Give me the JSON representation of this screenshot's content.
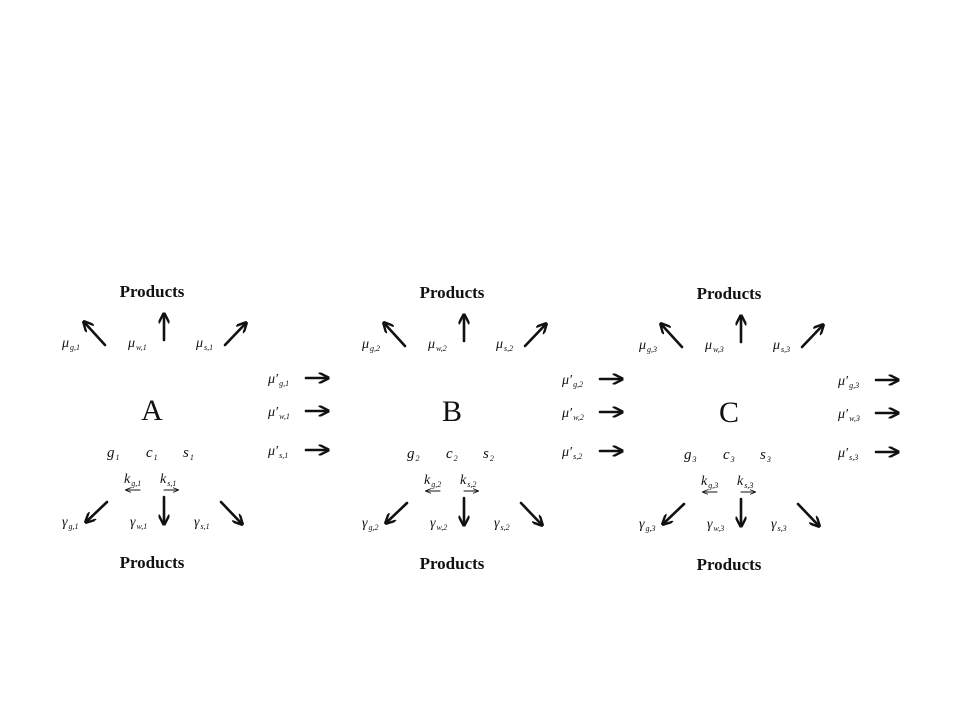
{
  "products_label": "Products",
  "compartments": [
    {
      "letter": "A",
      "top": [
        {
          "sym": "μ",
          "sub": "g,1"
        },
        {
          "sym": "μ",
          "sub": "w,1"
        },
        {
          "sym": "μ",
          "sub": "s,1"
        }
      ],
      "species": [
        {
          "sym": "g",
          "sub": "1"
        },
        {
          "sym": "c",
          "sub": "1"
        },
        {
          "sym": "s",
          "sub": "1"
        }
      ],
      "rates": [
        {
          "sym": "k",
          "sub": "g,1"
        },
        {
          "sym": "k",
          "sub": "s,1"
        }
      ],
      "bottom": [
        {
          "sym": "γ",
          "sub": "g,1"
        },
        {
          "sym": "γ",
          "sub": "w,1"
        },
        {
          "sym": "γ",
          "sub": "s,1"
        }
      ],
      "outflow": [
        {
          "sym": "μ′",
          "sub": "g,1"
        },
        {
          "sym": "μ′",
          "sub": "w,1"
        },
        {
          "sym": "μ′",
          "sub": "s,1"
        }
      ]
    },
    {
      "letter": "B",
      "top": [
        {
          "sym": "μ",
          "sub": "g,2"
        },
        {
          "sym": "μ",
          "sub": "w,2"
        },
        {
          "sym": "μ",
          "sub": "s,2"
        }
      ],
      "species": [
        {
          "sym": "g",
          "sub": "2"
        },
        {
          "sym": "c",
          "sub": "2"
        },
        {
          "sym": "s",
          "sub": "2"
        }
      ],
      "rates": [
        {
          "sym": "k",
          "sub": "g,2"
        },
        {
          "sym": "k",
          "sub": "s,2"
        }
      ],
      "bottom": [
        {
          "sym": "γ",
          "sub": "g,2"
        },
        {
          "sym": "γ",
          "sub": "w,2"
        },
        {
          "sym": "γ",
          "sub": "s,2"
        }
      ],
      "outflow": [
        {
          "sym": "μ′",
          "sub": "g,2"
        },
        {
          "sym": "μ′",
          "sub": "w,2"
        },
        {
          "sym": "μ′",
          "sub": "s,2"
        }
      ]
    },
    {
      "letter": "C",
      "top": [
        {
          "sym": "μ",
          "sub": "g,3"
        },
        {
          "sym": "μ",
          "sub": "w,3"
        },
        {
          "sym": "μ",
          "sub": "s,3"
        }
      ],
      "species": [
        {
          "sym": "g",
          "sub": "3"
        },
        {
          "sym": "c",
          "sub": "3"
        },
        {
          "sym": "s",
          "sub": "3"
        }
      ],
      "rates": [
        {
          "sym": "k",
          "sub": "g,3"
        },
        {
          "sym": "k",
          "sub": "s,3"
        }
      ],
      "bottom": [
        {
          "sym": "γ",
          "sub": "g,3"
        },
        {
          "sym": "γ",
          "sub": "w,3"
        },
        {
          "sym": "γ",
          "sub": "s,3"
        }
      ],
      "outflow": [
        {
          "sym": "μ′",
          "sub": "g,3"
        },
        {
          "sym": "μ′",
          "sub": "w,3"
        },
        {
          "sym": "μ′",
          "sub": "s,3"
        }
      ]
    }
  ]
}
